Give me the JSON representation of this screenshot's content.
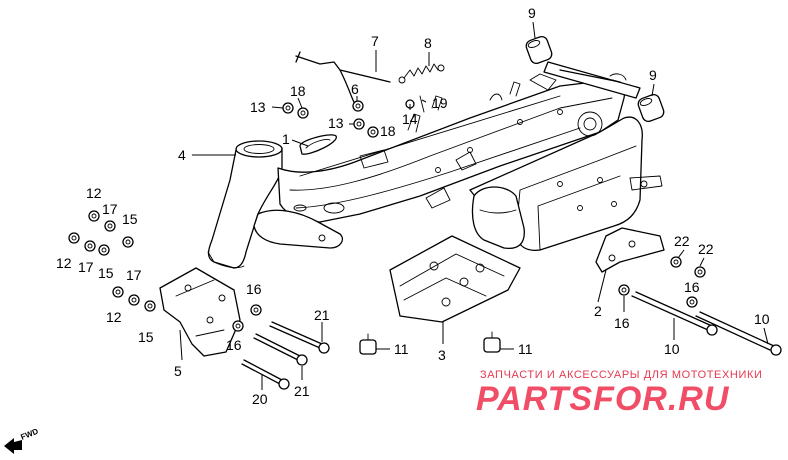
{
  "callouts": {
    "c1": "1",
    "c2": "2",
    "c3": "3",
    "c4": "4",
    "c5": "5",
    "c6": "6",
    "c7": "7",
    "c8": "8",
    "c9a": "9",
    "c9b": "9",
    "c10a": "10",
    "c10b": "10",
    "c11a": "11",
    "c11b": "11",
    "c12a": "12",
    "c12b": "12",
    "c12c": "12",
    "c13a": "13",
    "c13b": "13",
    "c14": "14",
    "c15a": "15",
    "c15b": "15",
    "c15c": "15",
    "c16a": "16",
    "c16b": "16",
    "c16c": "16",
    "c16d": "16",
    "c17a": "17",
    "c17b": "17",
    "c17c": "17",
    "c18a": "18",
    "c18b": "18",
    "c19": "19",
    "c20": "20",
    "c21a": "21",
    "c21b": "21",
    "c22a": "22",
    "c22b": "22"
  },
  "watermark": {
    "subtitle": "ЗАПЧАСТИ И АКСЕССУАРЫ ДЛЯ МОТОТЕХНИКИ",
    "brand": "PARTSFOR.RU"
  },
  "fwd_label": "FWD"
}
